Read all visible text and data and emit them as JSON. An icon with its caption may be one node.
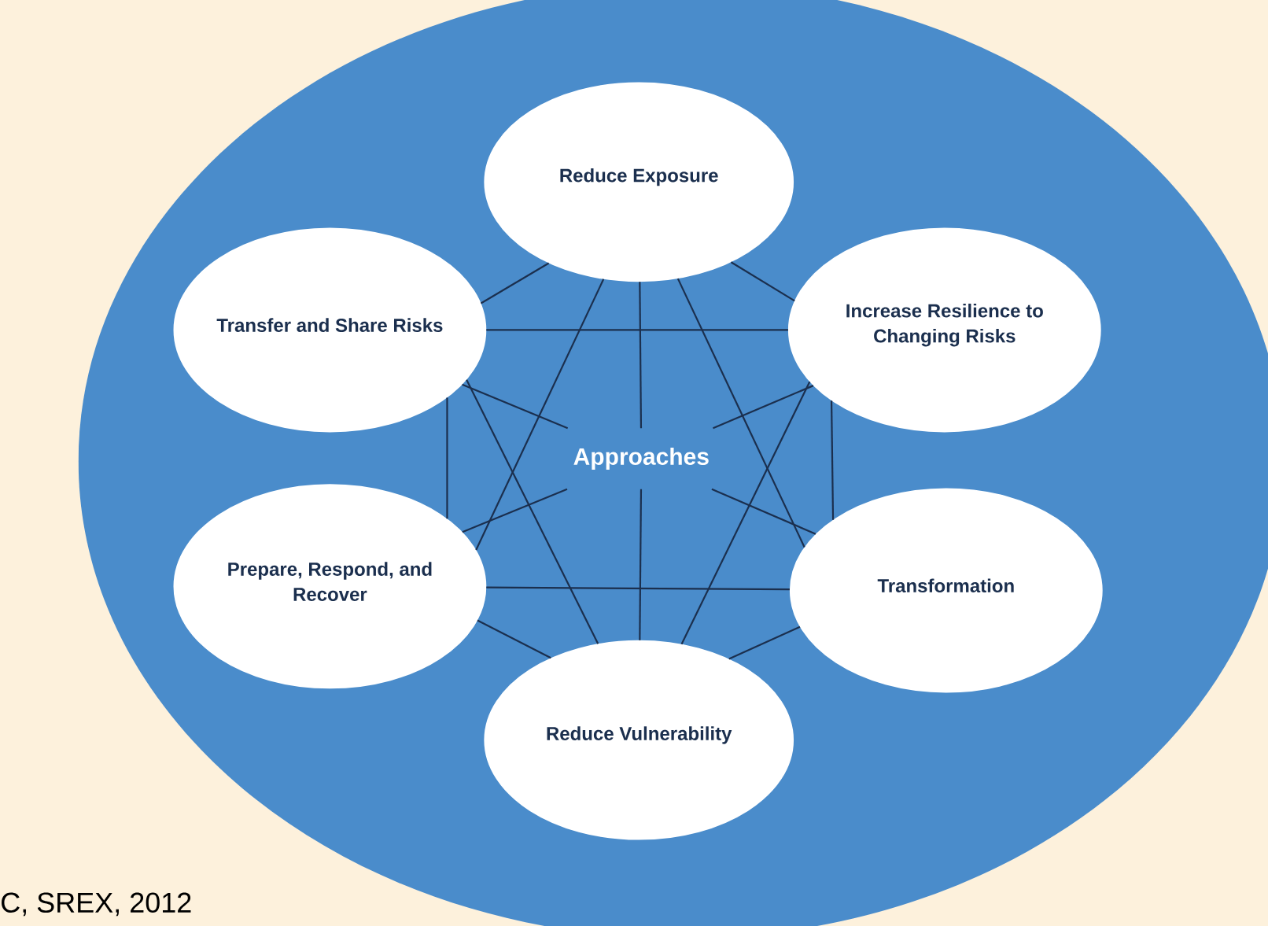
{
  "diagram": {
    "nodes": [
      {
        "text": [
          "Reduce Exposure"
        ]
      },
      {
        "text": [
          "Transfer and Share Risks"
        ]
      },
      {
        "text": [
          "Increase Resilience to Changing Risks"
        ]
      },
      {
        "text": [
          "Approaches"
        ]
      },
      {
        "text": [
          "Prepare, Respond, and Recover"
        ]
      },
      {
        "text": [
          "Transformation"
        ]
      },
      {
        "text": [
          "Reduce Vulnerability"
        ]
      }
    ],
    "edges": [
      {
        "from": 0,
        "to": 3,
        "arrow": "none"
      },
      {
        "from": 1,
        "to": 3,
        "arrow": "none"
      },
      {
        "from": 2,
        "to": 3,
        "arrow": "none"
      },
      {
        "from": 4,
        "to": 3,
        "arrow": "none"
      },
      {
        "from": 5,
        "to": 3,
        "arrow": "none"
      },
      {
        "from": 6,
        "to": 3,
        "arrow": "none"
      },
      {
        "from": 0,
        "to": 1,
        "arrow": "none"
      },
      {
        "from": 0,
        "to": 2,
        "arrow": "none"
      },
      {
        "from": 0,
        "to": 4,
        "arrow": "none"
      },
      {
        "from": 0,
        "to": 5,
        "arrow": "none"
      },
      {
        "from": 1,
        "to": 2,
        "arrow": "none"
      },
      {
        "from": 1,
        "to": 4,
        "arrow": "none"
      },
      {
        "from": 1,
        "to": 6,
        "arrow": "none"
      },
      {
        "from": 2,
        "to": 5,
        "arrow": "none"
      },
      {
        "from": 2,
        "to": 6,
        "arrow": "none"
      },
      {
        "from": 4,
        "to": 5,
        "arrow": "none"
      },
      {
        "from": 4,
        "to": 6,
        "arrow": "none"
      },
      {
        "from": 5,
        "to": 6,
        "arrow": "none"
      }
    ],
    "labels": [
      "C, SREX, 2012"
    ]
  }
}
